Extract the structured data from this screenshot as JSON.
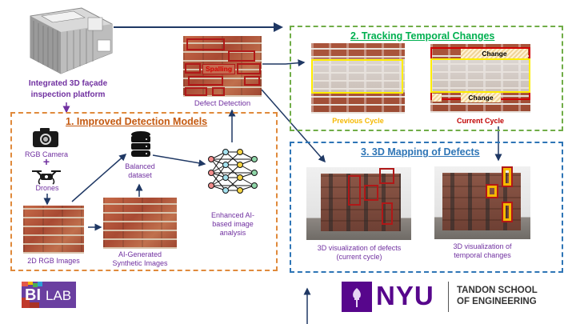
{
  "platform": {
    "label_line1": "Integrated 3D façade",
    "label_line2": "inspection platform",
    "icon": "building-model-icon"
  },
  "section1": {
    "title": "1. Improved Detection Models",
    "color": "#e08a3c",
    "camera_label": "RGB Camera",
    "plus": "+",
    "drones_label": "Drones",
    "rgb_images_label": "2D RGB Images",
    "synthetic_label_line1": "AI-Generated",
    "synthetic_label_line2": "Synthetic Images",
    "dataset_label_line1": "Balanced",
    "dataset_label_line2": "dataset",
    "ai_label_line1": "Enhanced AI-",
    "ai_label_line2": "based image",
    "ai_label_line3": "analysis"
  },
  "defect_detection": {
    "label": "Defect Detection",
    "tag": "Spalling"
  },
  "section2": {
    "title": "2. Tracking Temporal Changes",
    "color": "#70ad47",
    "previous_label": "Previous Cycle",
    "previous_color": "#f5b800",
    "current_label": "Current Cycle",
    "current_color": "#c00000",
    "change_tag_top": "Change",
    "change_tag_bottom": "Change"
  },
  "section3": {
    "title": "3. 3D Mapping of Defects",
    "color": "#2e75b6",
    "left_label_line1": "3D visualization of defects",
    "left_label_line2": "(current cycle)",
    "right_label_line1": "3D visualization of",
    "right_label_line2": "temporal changes"
  },
  "logos": {
    "bilab_bi": "BI",
    "bilab_lab": "LAB",
    "nyu": "NYU",
    "tandon_line1": "TANDON SCHOOL",
    "tandon_line2": "OF ENGINEERING"
  },
  "colors": {
    "arrow": "#1f3864",
    "label_purple": "#7030a0",
    "nyu_purple": "#57068c"
  }
}
